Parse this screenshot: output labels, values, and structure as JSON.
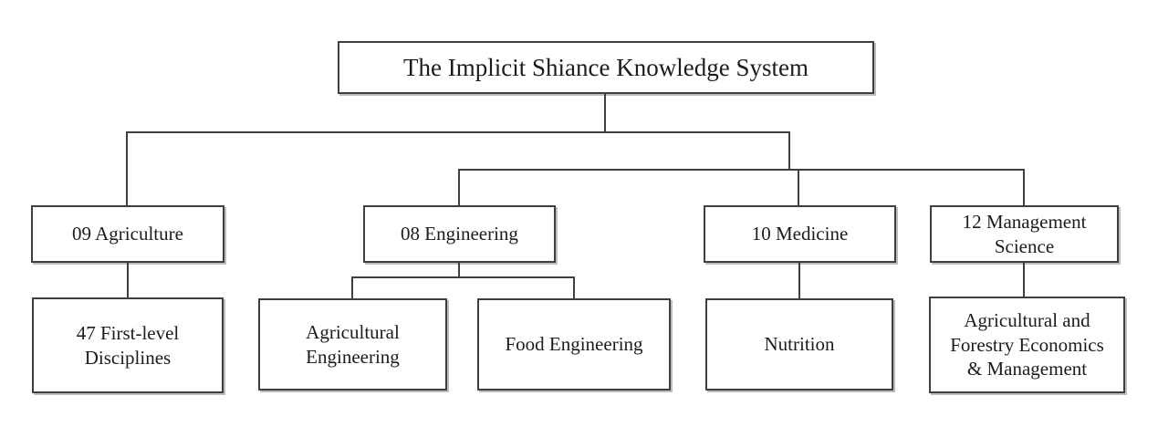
{
  "diagram": {
    "title": "The Implicit Shiance Knowledge System",
    "colors": {
      "background": "#ffffff",
      "box_border": "#3f3f3f",
      "connector_line": "#3f3f3f",
      "text": "#1c1c1c"
    },
    "nodes": {
      "root": {
        "label": "The Implicit Shiance Knowledge System"
      },
      "agriculture": {
        "label": "09 Agriculture"
      },
      "engineering": {
        "label": "08 Engineering"
      },
      "medicine": {
        "label": "10 Medicine"
      },
      "management": {
        "label": "12 Management\nScience"
      },
      "disciplines": {
        "label": "47 First-level\nDisciplines"
      },
      "agricultural_engineering": {
        "label": "Agricultural\nEngineering"
      },
      "food_engineering": {
        "label": "Food Engineering"
      },
      "nutrition": {
        "label": "Nutrition"
      },
      "agri_forestry_econ_mgmt": {
        "label": "Agricultural and\nForestry Economics\n& Management"
      }
    },
    "hierarchy": [
      {
        "parent": "The Implicit Shiance Knowledge System",
        "children": [
          "09 Agriculture",
          "08 Engineering",
          "10 Medicine",
          "12 Management Science"
        ]
      },
      {
        "parent": "09 Agriculture",
        "children": [
          "47 First-level Disciplines"
        ]
      },
      {
        "parent": "08 Engineering",
        "children": [
          "Agricultural Engineering",
          "Food Engineering"
        ]
      },
      {
        "parent": "10 Medicine",
        "children": [
          "Nutrition"
        ]
      },
      {
        "parent": "12 Management Science",
        "children": [
          "Agricultural and Forestry Economics & Management"
        ]
      }
    ]
  }
}
